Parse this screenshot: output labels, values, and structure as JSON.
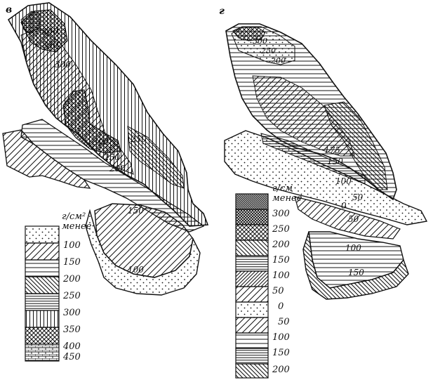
{
  "panels": {
    "left": {
      "letter": "в",
      "map_labels": [
        "400",
        "350",
        "300",
        "300",
        "250",
        "250",
        "200",
        "150",
        "100"
      ],
      "legend": {
        "unit": "г/см²",
        "less_label": "менее",
        "values": [
          "100",
          "150",
          "200",
          "250",
          "300",
          "350",
          "400",
          "450"
        ]
      }
    },
    "right": {
      "letter": "г",
      "map_labels": [
        "300",
        "250",
        "200",
        "175",
        "150",
        "100",
        "50",
        "0",
        "50",
        "100",
        "150"
      ],
      "legend": {
        "unit": "г/см",
        "less_label": "менее",
        "values": [
          "300",
          "250",
          "200",
          "150",
          "100",
          "50",
          "0",
          "50",
          "100",
          "150",
          "200"
        ]
      }
    }
  }
}
